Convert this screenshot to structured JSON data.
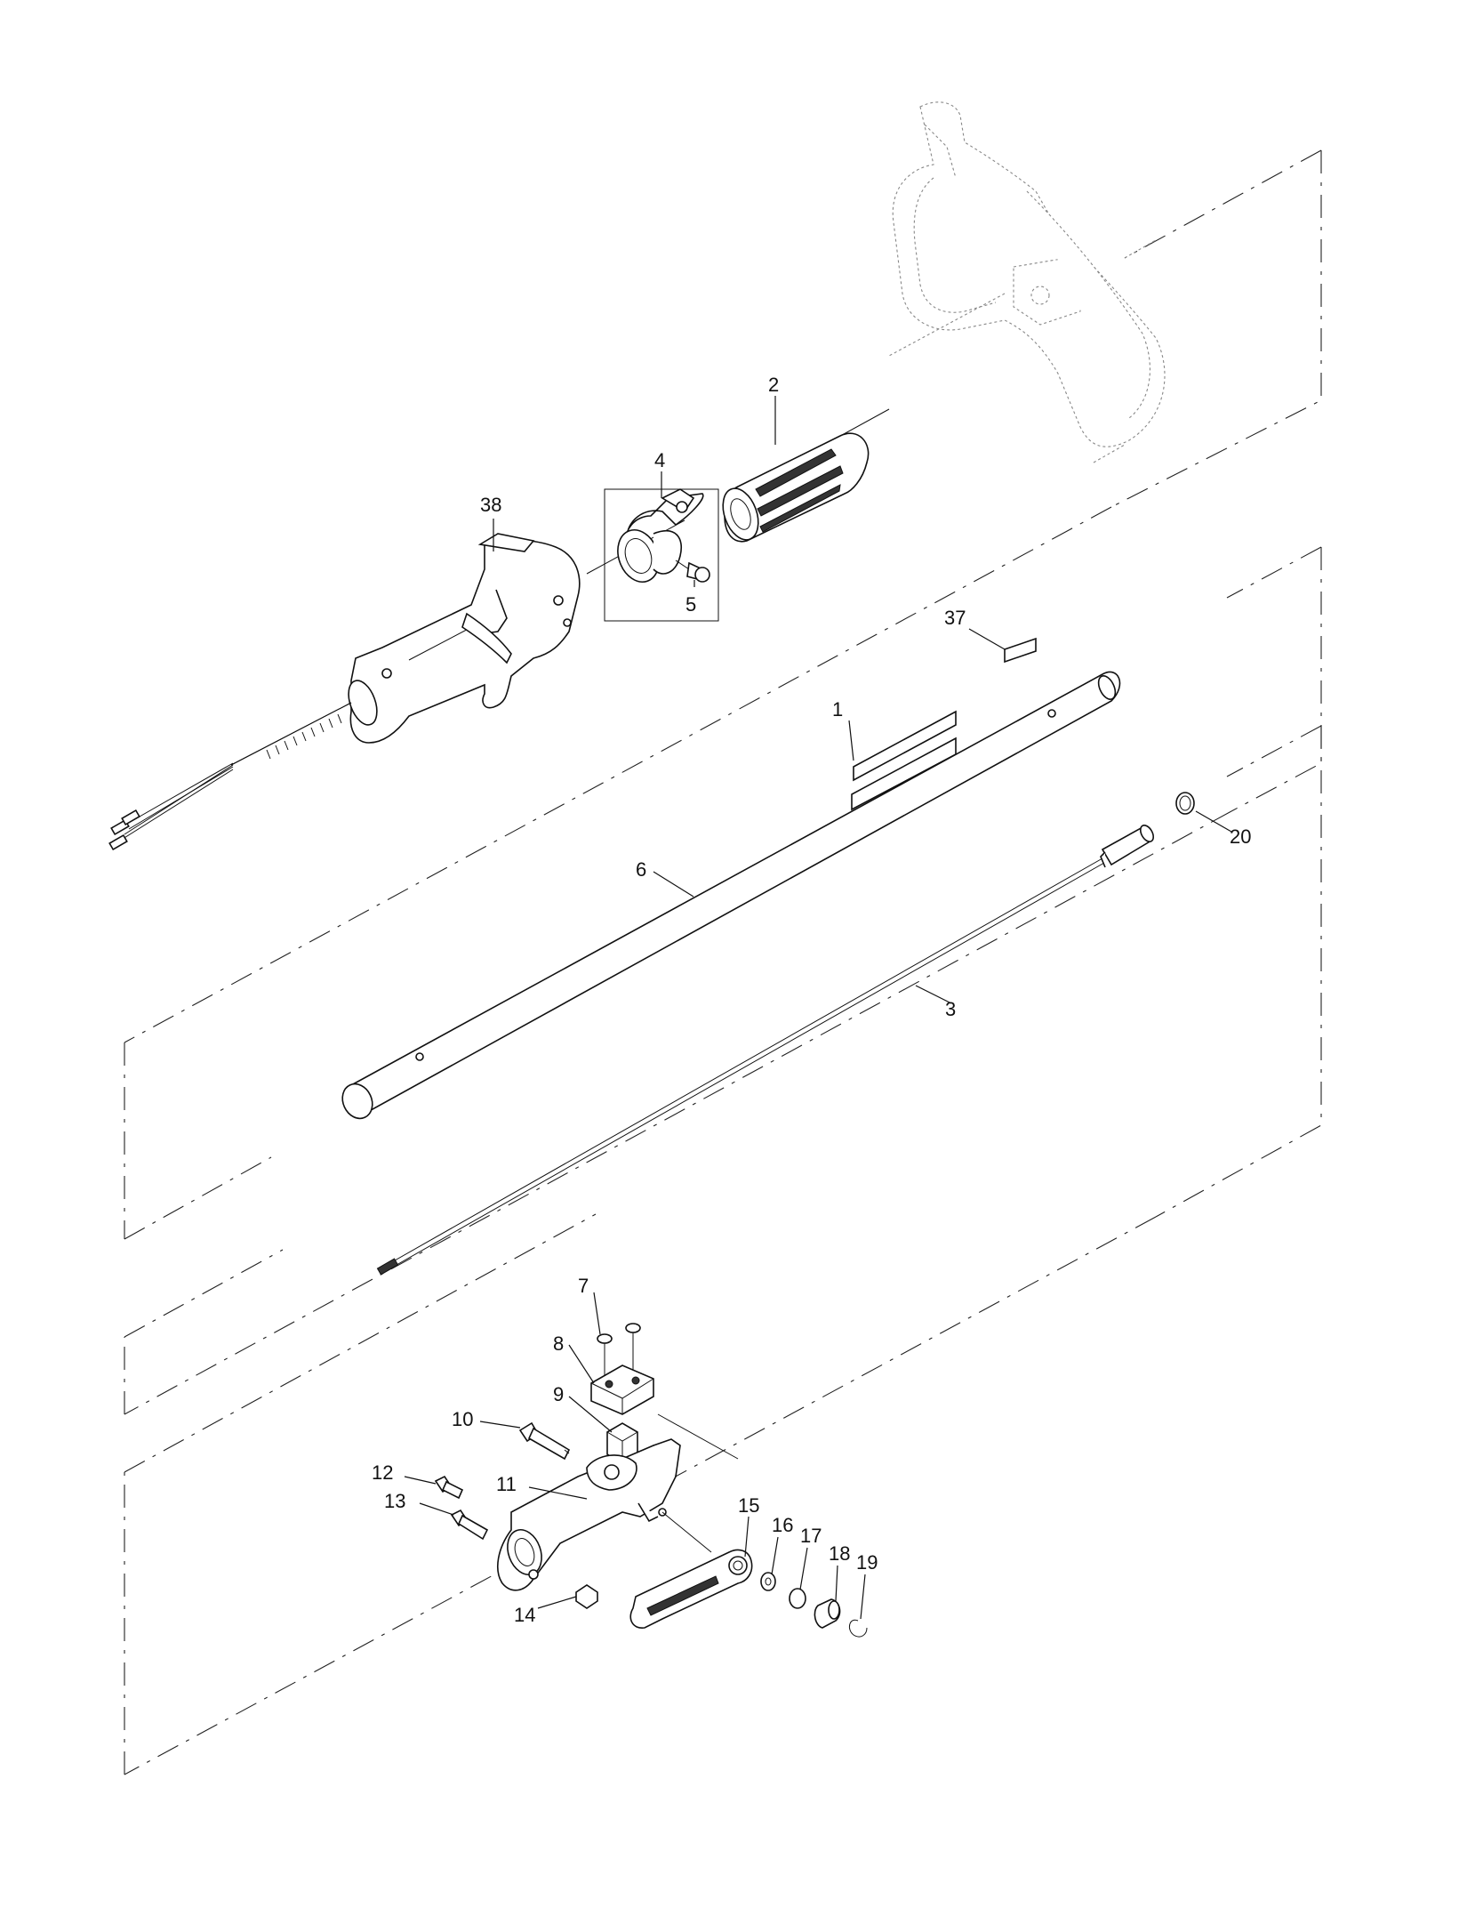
{
  "callouts": {
    "p1": "1",
    "p2": "2",
    "p3": "3",
    "p4": "4",
    "p5": "5",
    "p6": "6",
    "p7": "7",
    "p8": "8",
    "p9": "9",
    "p10": "10",
    "p11": "11",
    "p12": "12",
    "p13": "13",
    "p14": "14",
    "p15": "15",
    "p16": "16",
    "p17": "17",
    "p18": "18",
    "p19": "19",
    "p20": "20",
    "p37": "37",
    "p38": "38"
  },
  "colors": {
    "line": "#111111",
    "ghost": "#888888",
    "background": "#ffffff"
  }
}
